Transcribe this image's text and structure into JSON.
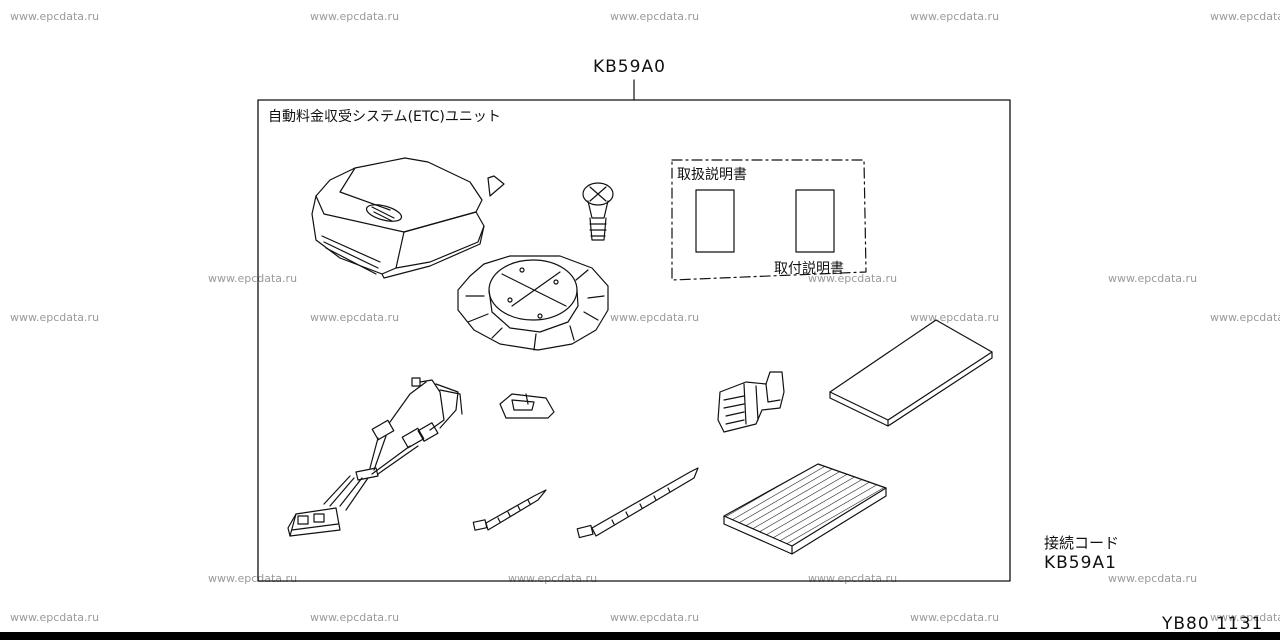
{
  "watermark": "www.epcdata.ru",
  "kit": {
    "part_number": "KB59A0",
    "title": "自動料金収受システム(ETC)ユニット"
  },
  "manuals": {
    "handling_manual": "取扱説明書",
    "installation_manual": "取付説明書"
  },
  "connection_cord": {
    "label": "接続コード",
    "part_number": "KB59A1"
  },
  "diagram_code": "YB80 1131"
}
